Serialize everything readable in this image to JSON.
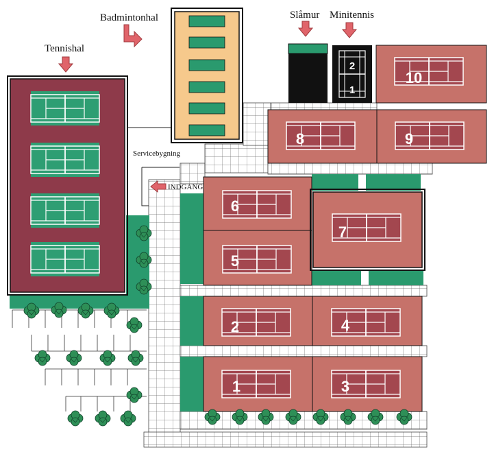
{
  "labels": {
    "tennishal": "Tennishal",
    "badmintonhal": "Badmintonhal",
    "slamur": "Slåmur",
    "minitennis": "Minitennis",
    "servicebygning": "Servicebygning",
    "indgang": "INDGANG"
  },
  "courts": {
    "c1": "1",
    "c2": "2",
    "c3": "3",
    "c4": "4",
    "c5": "5",
    "c6": "6",
    "c7": "7",
    "c8": "8",
    "c9": "9",
    "c10": "10"
  },
  "minitennis_courts": {
    "m1": "1",
    "m2": "2"
  },
  "colors": {
    "clay": "#c6726a",
    "clay_dark": "#a3474f",
    "hall_fill": "#8e3a4a",
    "green": "#2a9a6e",
    "court_green": "#2e9e73",
    "badminton_fill": "#f6c98c",
    "arrow": "#e0646a",
    "black": "#111111",
    "tree": "#2e8f57"
  },
  "icons": {
    "arrow": "arrow-icon",
    "tree": "tree-icon"
  }
}
